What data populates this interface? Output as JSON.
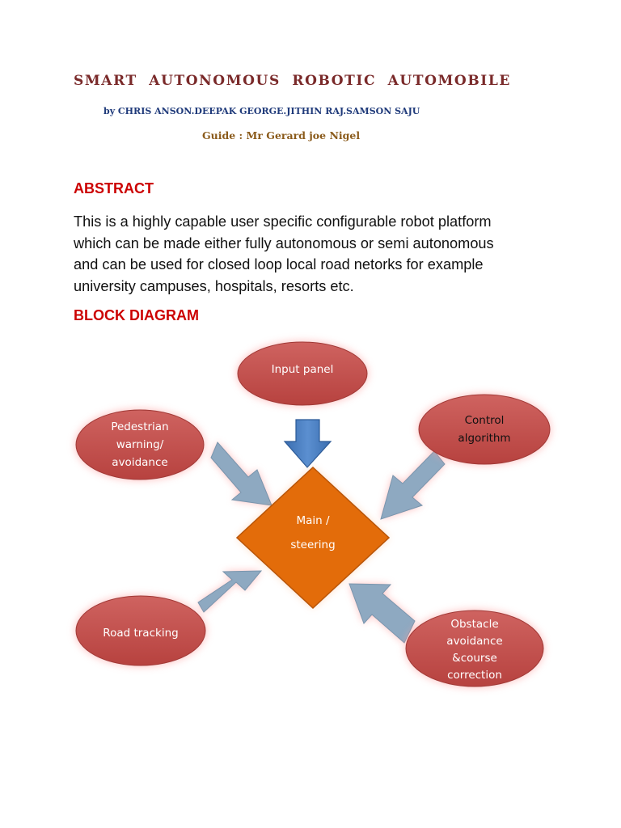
{
  "document": {
    "title": "SMART AUTONOMOUS ROBOTIC AUTOMOBILE",
    "authors": "by CHRIS ANSON.DEEPAK GEORGE.JITHIN RAJ.SAMSON SAJU",
    "guide": "Guide : Mr Gerard joe Nigel"
  },
  "abstract": {
    "heading": "ABSTRACT",
    "lines": [
      "This is a highly capable user specific configurable robot platform",
      "which can be made either fully autonomous or semi autonomous",
      "and can be used for closed loop local road netorks for example",
      "university campuses, hospitals, resorts etc."
    ]
  },
  "block_diagram": {
    "heading": "BLOCK DIAGRAM",
    "center": {
      "lines": [
        "Main /",
        "steering"
      ],
      "color": "#e36c0a"
    },
    "nodes": {
      "input_panel": [
        "Input panel"
      ],
      "pedestrian": [
        "Pedestrian",
        "warning/",
        "avoidance"
      ],
      "control": [
        "Control",
        "algorithm"
      ],
      "road_tracking": [
        "Road tracking"
      ],
      "obstacle": [
        "Obstacle",
        "avoidance",
        "&course",
        "correction"
      ]
    },
    "colors": {
      "node_fill": "#c0504d",
      "node_glow": "#ff9a9a",
      "arrow_blue": "#4f81bd",
      "arrow_gray": "#8ea9c1"
    }
  }
}
